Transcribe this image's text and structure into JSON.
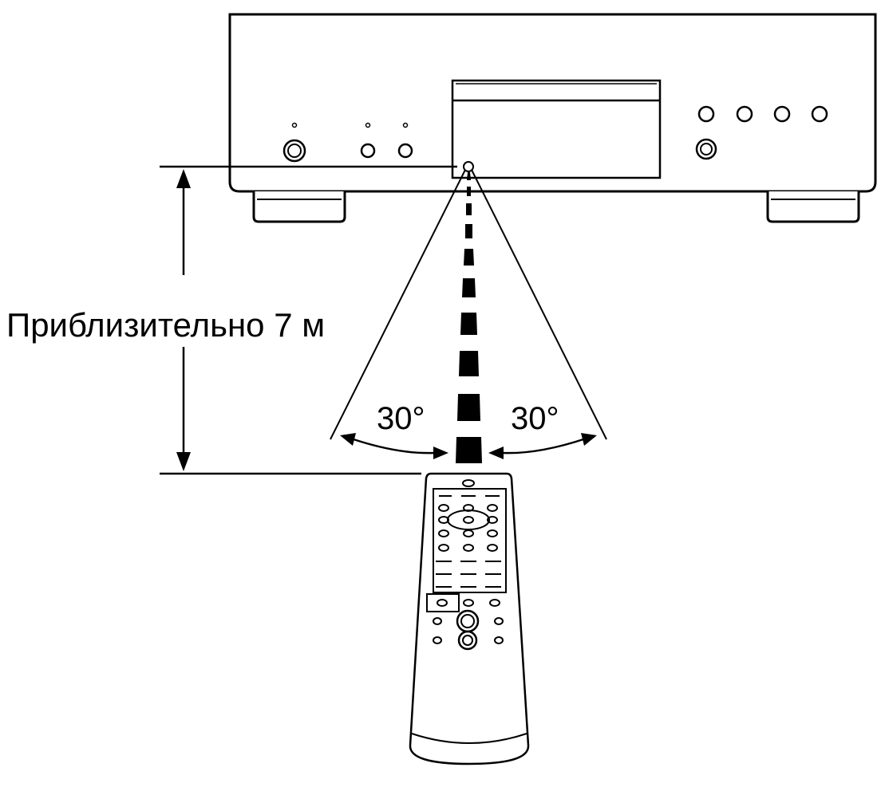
{
  "labels": {
    "distance": "Приблизительно 7 м",
    "angle_left": "30°",
    "angle_right": "30°"
  },
  "colors": {
    "line": "#000000",
    "background": "#ffffff"
  },
  "icons": {
    "player": "cd-player-icon",
    "remote": "remote-control-icon",
    "sensor": "remote-sensor-icon"
  }
}
